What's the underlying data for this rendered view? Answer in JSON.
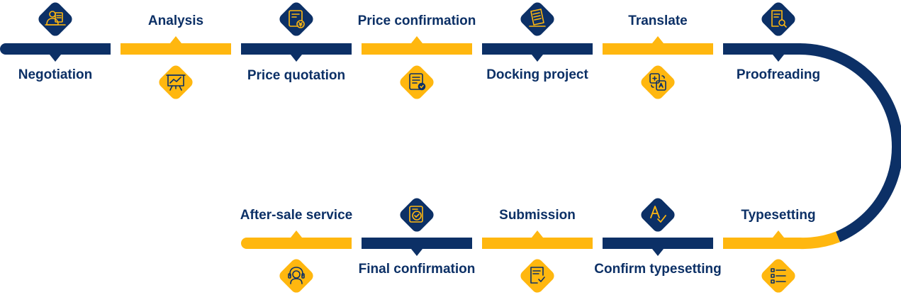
{
  "colors": {
    "navy": "#0c3066",
    "gold": "#ffb70f",
    "background": "#ffffff"
  },
  "process": {
    "steps": [
      {
        "label": "Negotiation",
        "icon": "negotiation-icon",
        "color": "navy"
      },
      {
        "label": "Analysis",
        "icon": "analysis-chart-icon",
        "color": "gold"
      },
      {
        "label": "Price quotation",
        "icon": "price-document-icon",
        "color": "navy"
      },
      {
        "label": "Price confirmation",
        "icon": "checklist-icon",
        "color": "gold"
      },
      {
        "label": "Docking project",
        "icon": "project-docs-icon",
        "color": "navy"
      },
      {
        "label": "Translate",
        "icon": "translate-icon",
        "color": "gold"
      },
      {
        "label": "Proofreading",
        "icon": "proofread-search-icon",
        "color": "navy"
      },
      {
        "label": "Typesetting",
        "icon": "typesetting-list-icon",
        "color": "gold"
      },
      {
        "label": "Confirm typesetting",
        "icon": "spellcheck-icon",
        "color": "navy"
      },
      {
        "label": "Submission",
        "icon": "submission-doc-icon",
        "color": "gold"
      },
      {
        "label": "Final confirmation",
        "icon": "verified-doc-icon",
        "color": "navy"
      },
      {
        "label": "After-sale service",
        "icon": "headset-icon",
        "color": "gold"
      }
    ]
  }
}
